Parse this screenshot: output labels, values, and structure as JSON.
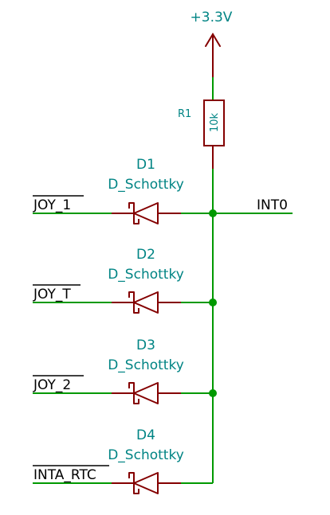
{
  "power": {
    "label": "+3.3V"
  },
  "resistor": {
    "ref": "R1",
    "value": "10k"
  },
  "net": {
    "output_label": "INT0"
  },
  "diodes": [
    {
      "ref": "D1",
      "value": "D_Schottky",
      "input_label": "JOY_1"
    },
    {
      "ref": "D2",
      "value": "D_Schottky",
      "input_label": "JOY_T"
    },
    {
      "ref": "D3",
      "value": "D_Schottky",
      "input_label": "JOY_2"
    },
    {
      "ref": "D4",
      "value": "D_Schottky",
      "input_label": "INTA_RTC"
    }
  ],
  "colors": {
    "wire": "#009900",
    "component": "#840000",
    "label_teal": "#008484",
    "text_dark": "#000000"
  }
}
